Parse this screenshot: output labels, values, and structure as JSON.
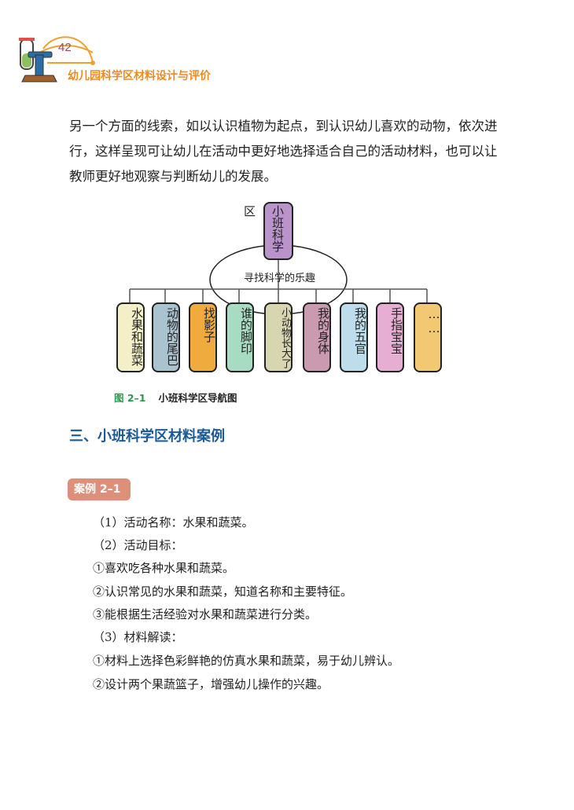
{
  "header": {
    "page_number": "42",
    "book_title": "幼儿园科学区材料设计与评价"
  },
  "paragraph": "另一个方面的线索，如以认识植物为起点，到认识幼儿喜欢的动物，依次进行，这样呈现可让幼儿在活动中更好地选择适合自己的活动材料，也可以让教师更好地观察与判断幼儿的发展。",
  "diagram": {
    "root": "小班科学区",
    "center": "寻找科学的乐趣",
    "children": [
      {
        "label": "水果和蔬菜",
        "color": "#f3f0c8"
      },
      {
        "label": "动物的尾巴",
        "color": "#a9c3cf"
      },
      {
        "label": "找影子",
        "color": "#f0ab3e"
      },
      {
        "label": "谁的脚印",
        "color": "#a8dcc2"
      },
      {
        "label": "小动物长大了",
        "color": "#d8d6b0"
      },
      {
        "label": "我的身体",
        "color": "#c99ab0"
      },
      {
        "label": "我的五官",
        "color": "#bcdde9"
      },
      {
        "label": "手指宝宝",
        "color": "#e7aed3"
      },
      {
        "label": "……",
        "color": "#f2c873"
      }
    ],
    "root_color": "#b993c9",
    "caption_number": "图 2–1",
    "caption_text": "小班科学区导航图"
  },
  "section_heading": "三、小班科学区材料案例",
  "case_label": "案例 2–1",
  "items": [
    "（1）活动名称：水果和蔬菜。",
    "（2）活动目标：",
    "①喜欢吃各种水果和蔬菜。",
    "②认识常见的水果和蔬菜，知道名称和主要特征。",
    "③能根据生活经验对水果和蔬菜进行分类。",
    "（3）材料解读：",
    "①材料上选择色彩鲜艳的仿真水果和蔬菜，易于幼儿辨认。",
    "②设计两个果蔬篮子，增强幼儿操作的兴趣。"
  ]
}
